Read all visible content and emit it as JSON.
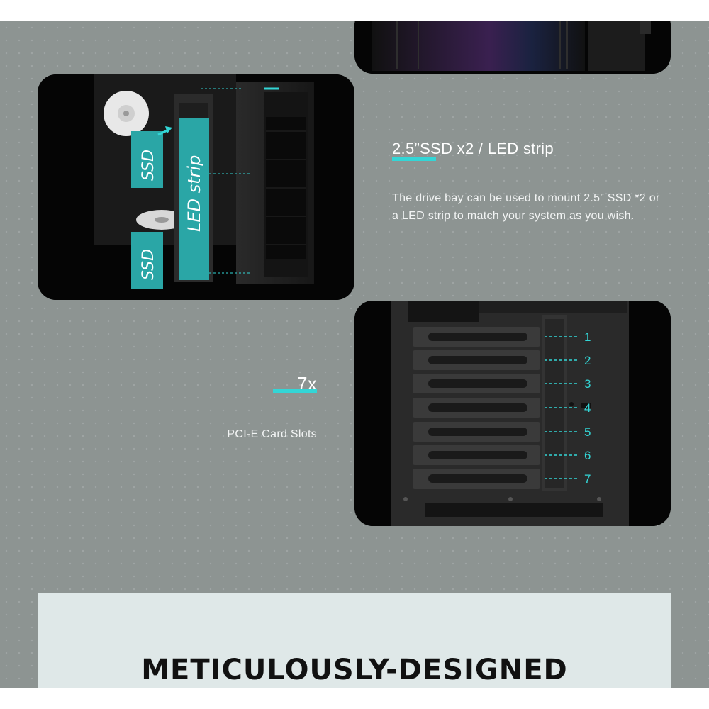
{
  "ssd_section": {
    "title": "2.5”SSD x2 / LED strip",
    "description": "The drive bay can be used to mount 2.5” SSD *2 or a LED strip to match your system as you wish.",
    "image_labels": {
      "ssd_upper": "SSD",
      "ssd_lower": "SSD",
      "led": "LED strip"
    }
  },
  "pcie_section": {
    "count": "7x",
    "label": "PCI-E Card Slots",
    "slot_numbers": [
      "1",
      "2",
      "3",
      "4",
      "5",
      "6",
      "7"
    ]
  },
  "bottom_banner": {
    "title": "METICULOUSLY-DESIGNED"
  },
  "colors": {
    "accent": "#33d6d6",
    "background": "#8d9492",
    "banner": "#dfe8e8"
  }
}
